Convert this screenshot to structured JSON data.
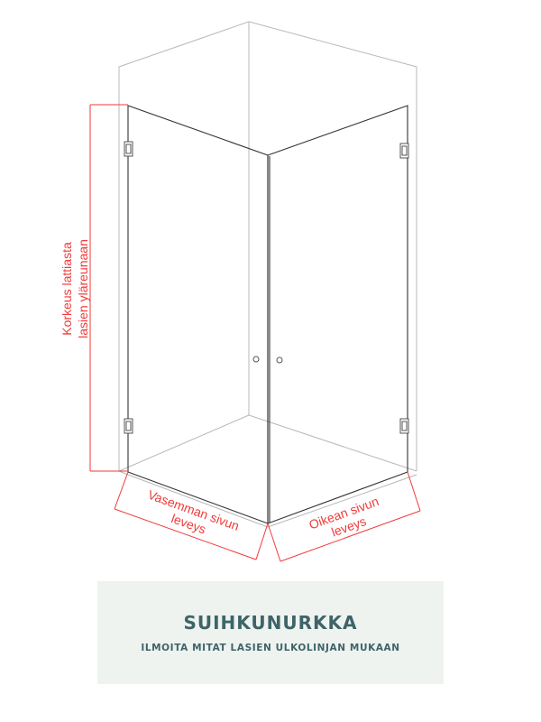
{
  "diagram": {
    "height_label_line1": "Korkeus lattiasta",
    "height_label_line2": "lasien yläreunaan",
    "left_width_label_line1": "Vasemman sivun",
    "left_width_label_line2": "leveys",
    "right_width_label_line1": "Oikean sivun",
    "right_width_label_line2": "leveys",
    "colors": {
      "room_outline": "#b5b5b5",
      "glass_outline": "#333333",
      "dimension": "#f03a3a"
    }
  },
  "caption": {
    "title": "SUIHKUNURKKA",
    "subtitle": "ILMOITA MITAT LASIEN ULKOLINJAN MUKAAN",
    "background": "#eef3f0",
    "text_color": "#3e6468"
  }
}
